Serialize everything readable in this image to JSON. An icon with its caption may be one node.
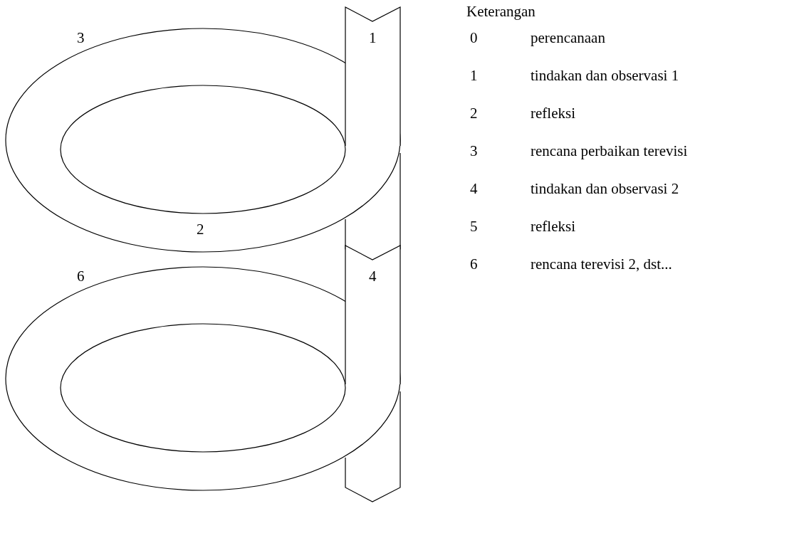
{
  "diagram": {
    "labels": [
      "3",
      "1",
      "2",
      "6",
      "4",
      "Keterangan",
      "0",
      "perencanaan",
      "1",
      "tindakan dan observasi 1",
      "2",
      "refleksi",
      "3",
      "rencana perbaikan terevisi",
      "4",
      "tindakan dan observasi 2",
      "5",
      "refleksi",
      "6",
      "rencana terevisi 2, dst..."
    ]
  }
}
